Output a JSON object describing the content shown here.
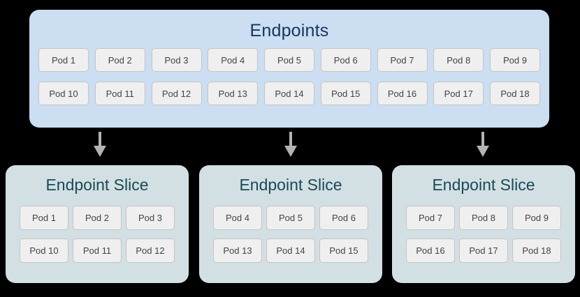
{
  "colors": {
    "background": "#000000",
    "endpoints_panel_fill": "#cbdef2",
    "endpoints_title_text": "#16355e",
    "slice_panel_fill": "#d2e0e4",
    "slice_title_text": "#1b4a54",
    "pod_fill": "#efefef",
    "pod_border": "#c4c4c4",
    "pod_text": "#434343",
    "arrow": "#b3b3b3"
  },
  "endpoints": {
    "title": "Endpoints",
    "rows": [
      [
        "Pod 1",
        "Pod 2",
        "Pod 3",
        "Pod 4",
        "Pod 5",
        "Pod 6",
        "Pod 7",
        "Pod 8",
        "Pod 9"
      ],
      [
        "Pod 10",
        "Pod 11",
        "Pod 12",
        "Pod 13",
        "Pod 14",
        "Pod 15",
        "Pod 16",
        "Pod 17",
        "Pod 18"
      ]
    ]
  },
  "arrows": [
    {
      "name": "arrow-to-slice-1"
    },
    {
      "name": "arrow-to-slice-2"
    },
    {
      "name": "arrow-to-slice-3"
    }
  ],
  "slices": [
    {
      "title": "Endpoint Slice",
      "rows": [
        [
          "Pod 1",
          "Pod 2",
          "Pod 3"
        ],
        [
          "Pod 10",
          "Pod 11",
          "Pod 12"
        ]
      ]
    },
    {
      "title": "Endpoint Slice",
      "rows": [
        [
          "Pod 4",
          "Pod 5",
          "Pod 6"
        ],
        [
          "Pod 13",
          "Pod 14",
          "Pod 15"
        ]
      ]
    },
    {
      "title": "Endpoint Slice",
      "rows": [
        [
          "Pod 7",
          "Pod 8",
          "Pod 9"
        ],
        [
          "Pod 16",
          "Pod 17",
          "Pod 18"
        ]
      ]
    }
  ]
}
